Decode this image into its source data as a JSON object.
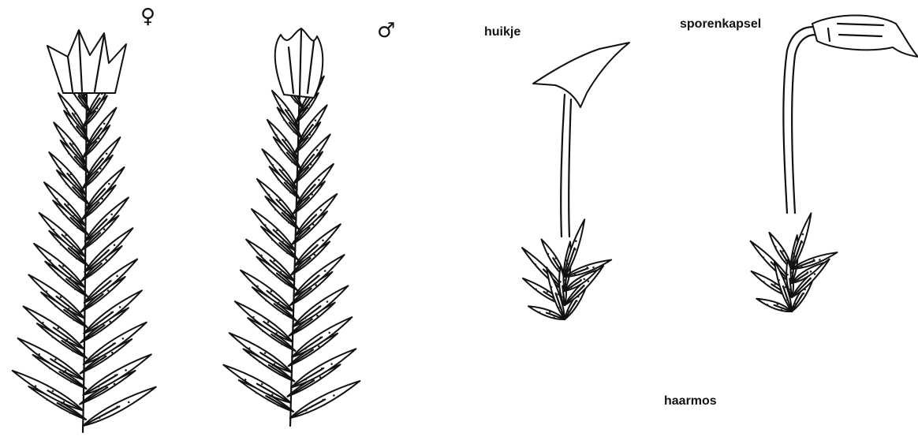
{
  "symbols": {
    "female": "♀",
    "male": "♂"
  },
  "labels": {
    "calyptra": "huikje",
    "capsule": "sporenkapsel",
    "name": "haarmos"
  }
}
